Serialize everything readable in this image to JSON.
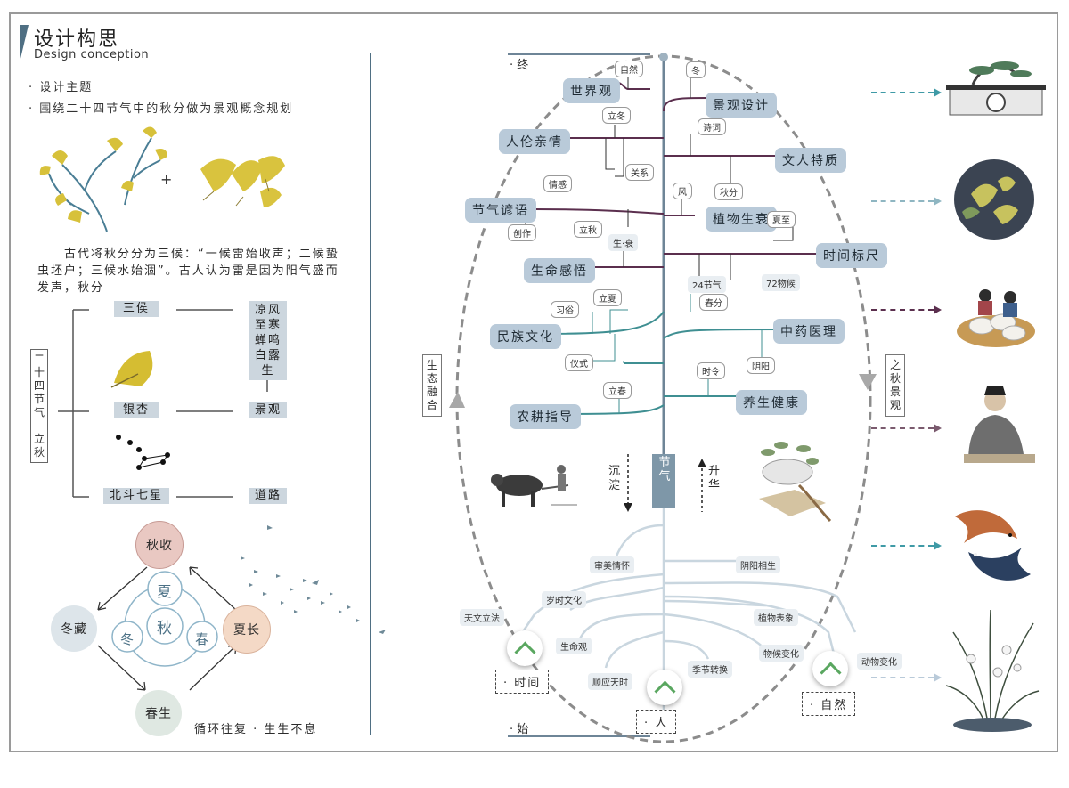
{
  "header": {
    "title": "设计构思",
    "subtitle": "Design conception"
  },
  "bullets": [
    "· 设计主题",
    "· 围绕二十四节气中的秋分做为景观概念规划"
  ],
  "paragraph": "古代将秋分分为三候：“一候雷始收声；二候蛰虫坯户；三候水始涸”。古人认为雷是因为阳气盛而发声，秋分",
  "tree_left": {
    "vertical_label": "二十四节气—立秋",
    "rows": [
      {
        "left": "三侯",
        "right": "凉风至寒蝉鸣白露生"
      },
      {
        "left": "银杏",
        "right": "景观"
      },
      {
        "left": "北斗七星",
        "right": "道路"
      }
    ]
  },
  "cycle": {
    "outer": {
      "top": "秋收",
      "left": "冬藏",
      "right": "夏长",
      "bottom": "春生"
    },
    "inner": {
      "top": "夏",
      "center": "秋",
      "left": "冬",
      "right": "春"
    },
    "caption": "循环往复 · 生生不息"
  },
  "center": {
    "top_label": "· 终",
    "bottom_label": "· 始",
    "trunk_label": "节气",
    "left_arrow_label": "沉淀",
    "right_arrow_label": "升华",
    "left_side_label": "生态融合",
    "right_side_label": "之秋景观",
    "nodes": {
      "n1": "世界观",
      "n2": "景观设计",
      "n3": "人伦亲情",
      "n4": "文人特质",
      "n5": "节气谚语",
      "n6": "植物生衰",
      "n7": "时间标尺",
      "n8": "生命感悟",
      "n9": "民族文化",
      "n10": "中药医理",
      "n11": "农耕指导",
      "n12": "养生健康"
    },
    "tags": {
      "t1": "自然",
      "t2": "冬",
      "t3": "立冬",
      "t4": "诗词",
      "t5": "关系",
      "t6": "情感",
      "t7": "风",
      "t8": "秋分",
      "t9": "夏至",
      "t10": "创作",
      "t11": "立秋",
      "t12": "生·衰",
      "t13": "24节气",
      "t14": "72物候",
      "t15": "立夏",
      "t16": "春分",
      "t17": "习俗",
      "t18": "仪式",
      "t19": "阴阳",
      "t20": "时令",
      "t21": "立春"
    },
    "roots": {
      "r1": "审美情怀",
      "r2": "阴阳相生",
      "r3": "岁时文化",
      "r4": "天文立法",
      "r5": "植物表象",
      "r6": "生命观",
      "r7": "物候变化",
      "r8": "动物变化",
      "r9": "季节转换",
      "r10": "顺应天时"
    },
    "bottom_boxes": {
      "b1": "· 时间",
      "b2": "· 人",
      "b3": "· 自然"
    }
  },
  "colors": {
    "accent_blue": "#b9cad9",
    "branch_purple": "#5b2f4e",
    "branch_teal": "#3f8f92",
    "trunk": "#6e8597",
    "circle_red": "#e9c8c2",
    "circle_blue": "#dde5ea",
    "circle_green": "#dfe8e2"
  }
}
